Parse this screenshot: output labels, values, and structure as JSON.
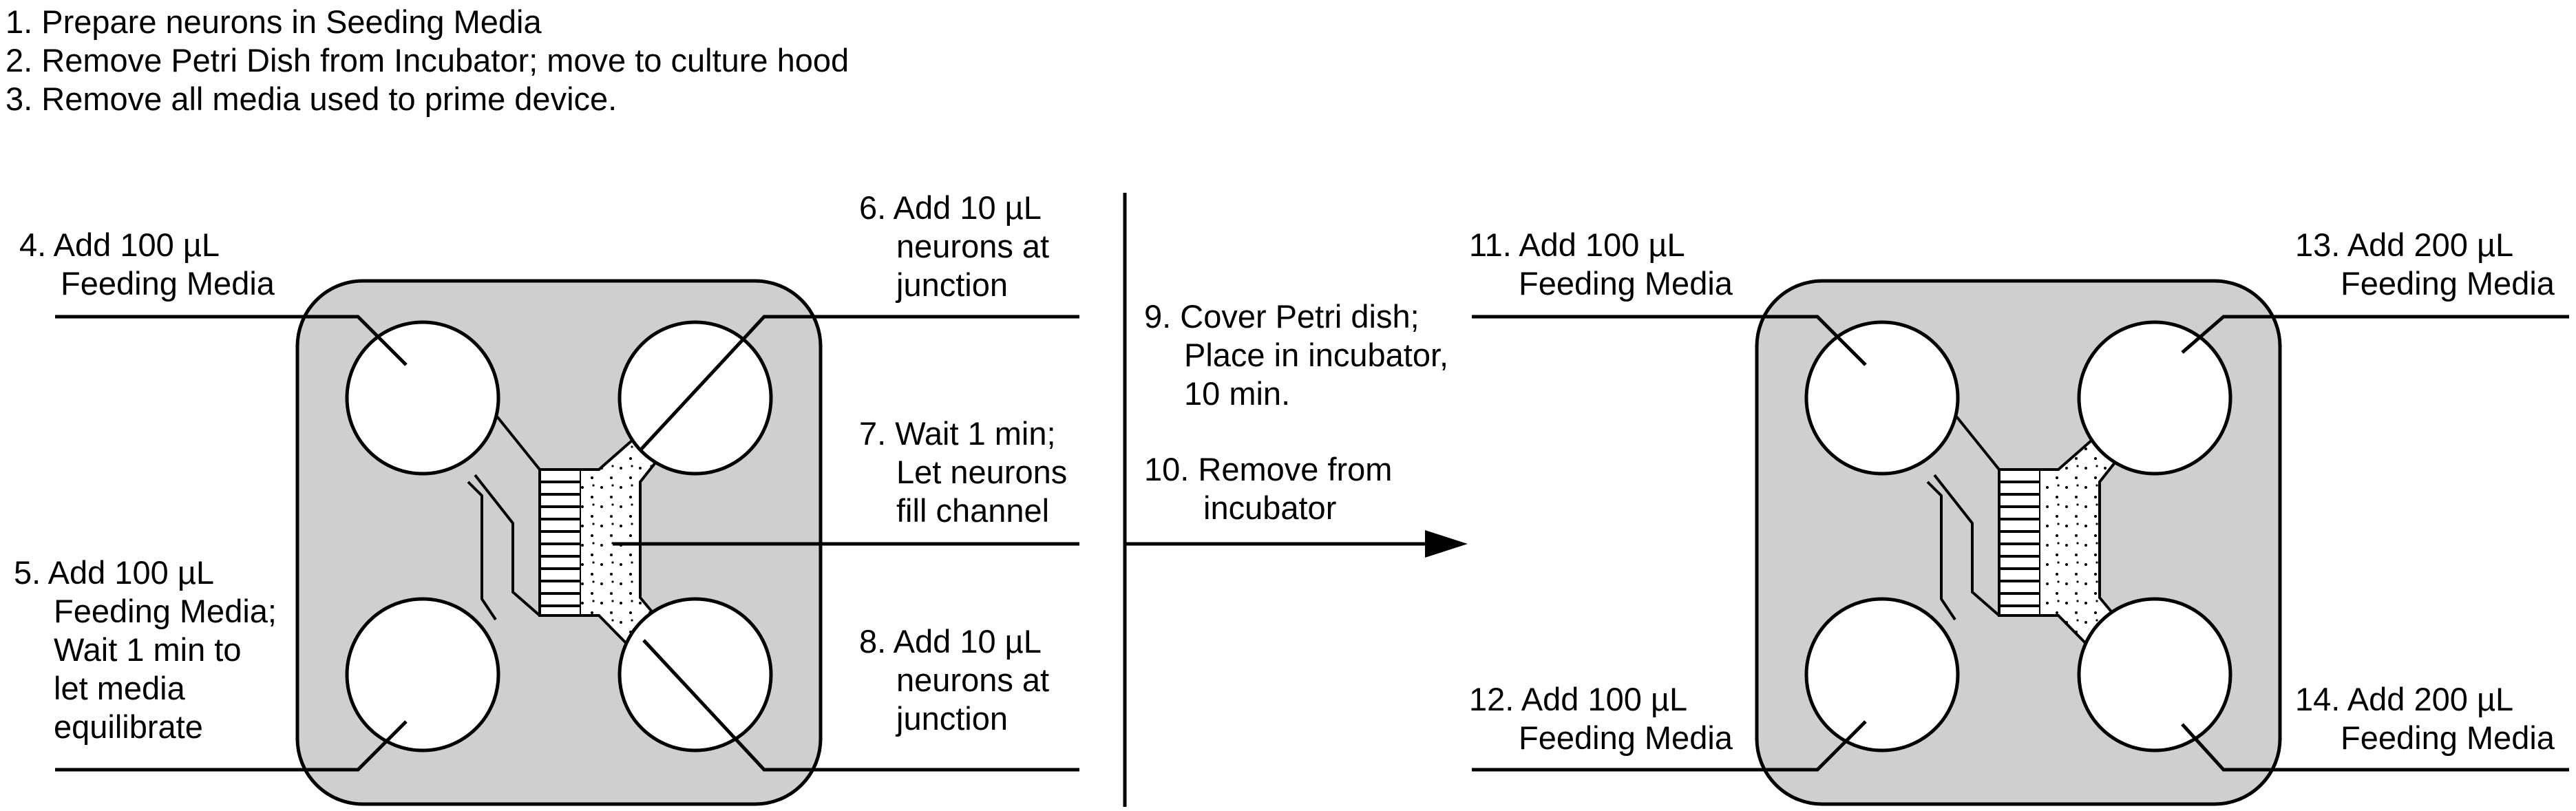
{
  "header_steps": [
    "1. Prepare neurons in Seeding Media",
    "2. Remove Petri Dish from Incubator; move to culture hood",
    "3. Remove all media used to prime device."
  ],
  "left_labels": {
    "step4": [
      "4. Add 100 µL",
      "Feeding Media"
    ],
    "step5": [
      "5. Add 100 µL",
      "Feeding Media;",
      "Wait 1 min to",
      "let media",
      "equilibrate"
    ],
    "step6": [
      "6. Add 10 µL",
      "neurons at",
      "junction"
    ],
    "step7": [
      "7. Wait 1 min;",
      "Let neurons",
      "fill channel"
    ],
    "step8": [
      "8. Add 10 µL",
      "neurons at",
      "junction"
    ]
  },
  "middle_labels": {
    "step9": [
      "9. Cover Petri dish;",
      "Place in incubator,",
      "10 min."
    ],
    "step10": [
      "10. Remove from",
      "incubator"
    ]
  },
  "right_labels": {
    "step11": [
      "11. Add 100 µL",
      "Feeding Media"
    ],
    "step12": [
      "12. Add 100 µL",
      "Feeding Media"
    ],
    "step13": [
      "13. Add 200 µL",
      "Feeding Media"
    ],
    "step14": [
      "14. Add 200 µL",
      "Feeding Media"
    ]
  },
  "colors": {
    "device_fill": "#cfcfcf",
    "stroke": "#000000",
    "well_fill": "#ffffff"
  }
}
